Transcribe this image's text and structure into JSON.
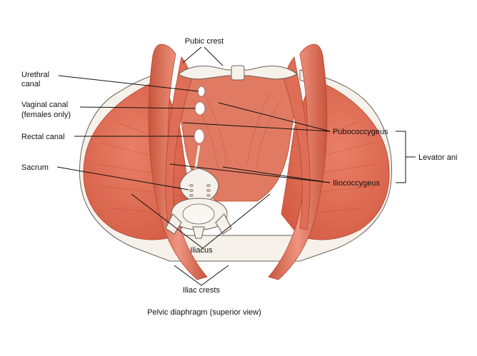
{
  "labels": {
    "pubic_crest": "Pubic crest",
    "urethral_canal_line1": "Urethral",
    "urethral_canal_line2": "canal",
    "vaginal_canal_line1": "Vaginal canal",
    "vaginal_canal_line2": "(females only)",
    "rectal_canal": "Rectal canal",
    "sacrum": "Sacrum",
    "pubococcygeus": "Pubococcygeus",
    "levator_ani": "Levator ani",
    "iliococcygeus": "Iliococcygeus",
    "iliacus": "Iliacus",
    "iliac_crests": "Iliac crests"
  },
  "caption": "Pelvic diaphragm (superior view)",
  "colors": {
    "muscle": "#de6e56",
    "muscle_dark": "#c9553d",
    "muscle_light": "#ec8f78",
    "bone": "#f6f1ea",
    "outline": "#6b6258",
    "text": "#111111"
  }
}
